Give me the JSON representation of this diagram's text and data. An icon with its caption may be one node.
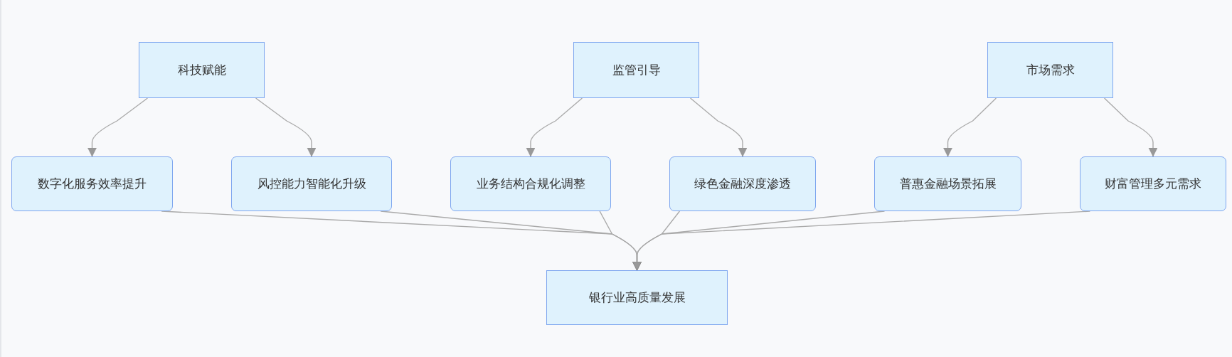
{
  "diagram": {
    "nodes": [
      {
        "text": [
          "科技赋能"
        ]
      },
      {
        "text": [
          "监管引导"
        ]
      },
      {
        "text": [
          "市场需求"
        ]
      },
      {
        "text": [
          "数字化服务效率提升"
        ]
      },
      {
        "text": [
          "风控能力智能化升级"
        ]
      },
      {
        "text": [
          "业务结构合规化调整"
        ]
      },
      {
        "text": [
          "绿色金融深度渗透"
        ]
      },
      {
        "text": [
          "普惠金融场景拓展"
        ]
      },
      {
        "text": [
          "财富管理多元需求"
        ]
      },
      {
        "text": [
          "银行业高质量发展"
        ]
      }
    ],
    "edges": [
      {
        "from": 0,
        "to": 3,
        "arrow": "to"
      },
      {
        "from": 0,
        "to": 4,
        "arrow": "to"
      },
      {
        "from": 1,
        "to": 5,
        "arrow": "to"
      },
      {
        "from": 1,
        "to": 6,
        "arrow": "to"
      },
      {
        "from": 2,
        "to": 7,
        "arrow": "to"
      },
      {
        "from": 2,
        "to": 8,
        "arrow": "to"
      },
      {
        "from": 3,
        "to": 9,
        "arrow": "to"
      },
      {
        "from": 4,
        "to": 9,
        "arrow": "to"
      },
      {
        "from": 5,
        "to": 9,
        "arrow": "to"
      },
      {
        "from": 6,
        "to": 9,
        "arrow": "to"
      },
      {
        "from": 7,
        "to": 9,
        "arrow": "to"
      },
      {
        "from": 8,
        "to": 9,
        "arrow": "to"
      }
    ]
  }
}
